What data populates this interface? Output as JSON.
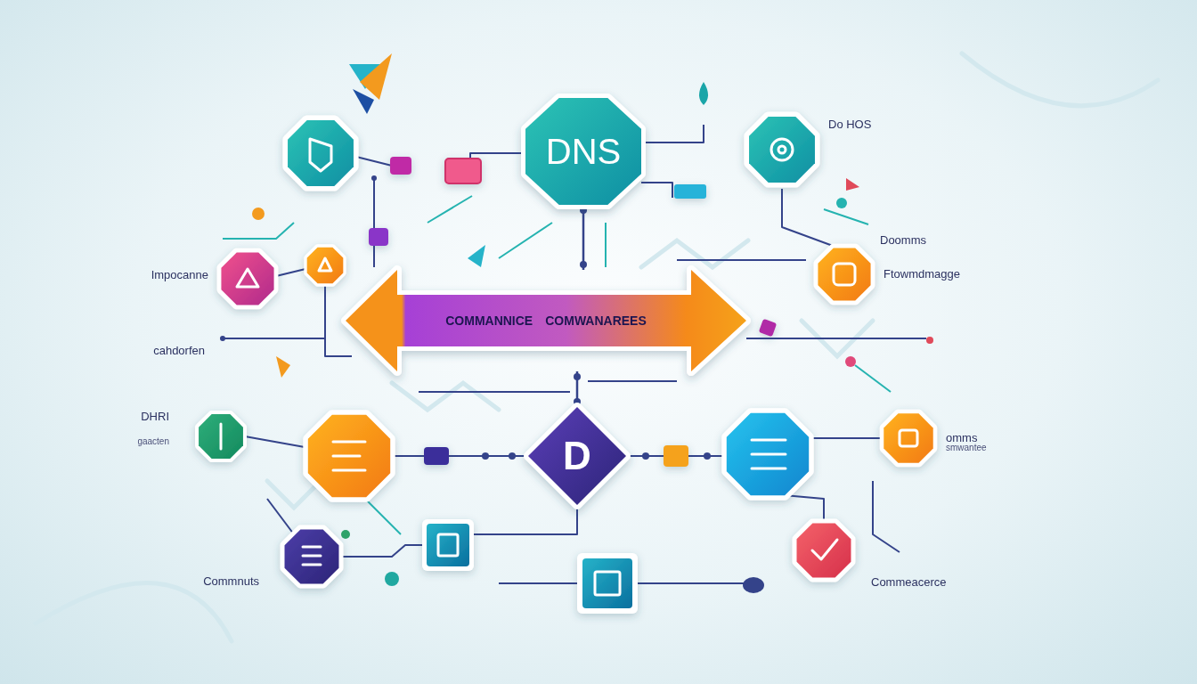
{
  "diagram": {
    "nodes": [
      {
        "text": [
          "DNS"
        ]
      },
      {
        "text": [
          "COMMANNICE",
          "COMWANAREES"
        ]
      },
      {
        "text": [
          "D"
        ]
      }
    ],
    "edges": [
      {
        "from": 0,
        "to": 1,
        "arrow": "none"
      },
      {
        "from": 1,
        "to": 2,
        "arrow": "none"
      }
    ],
    "labels": [
      "Do HOS",
      "Doomms",
      "Impocanne",
      "Ftowmdmagge",
      "cahdorfen",
      "DHRI",
      "gaacten",
      "omms",
      "smwantee",
      "Commnuts",
      "Commeacerce"
    ]
  }
}
